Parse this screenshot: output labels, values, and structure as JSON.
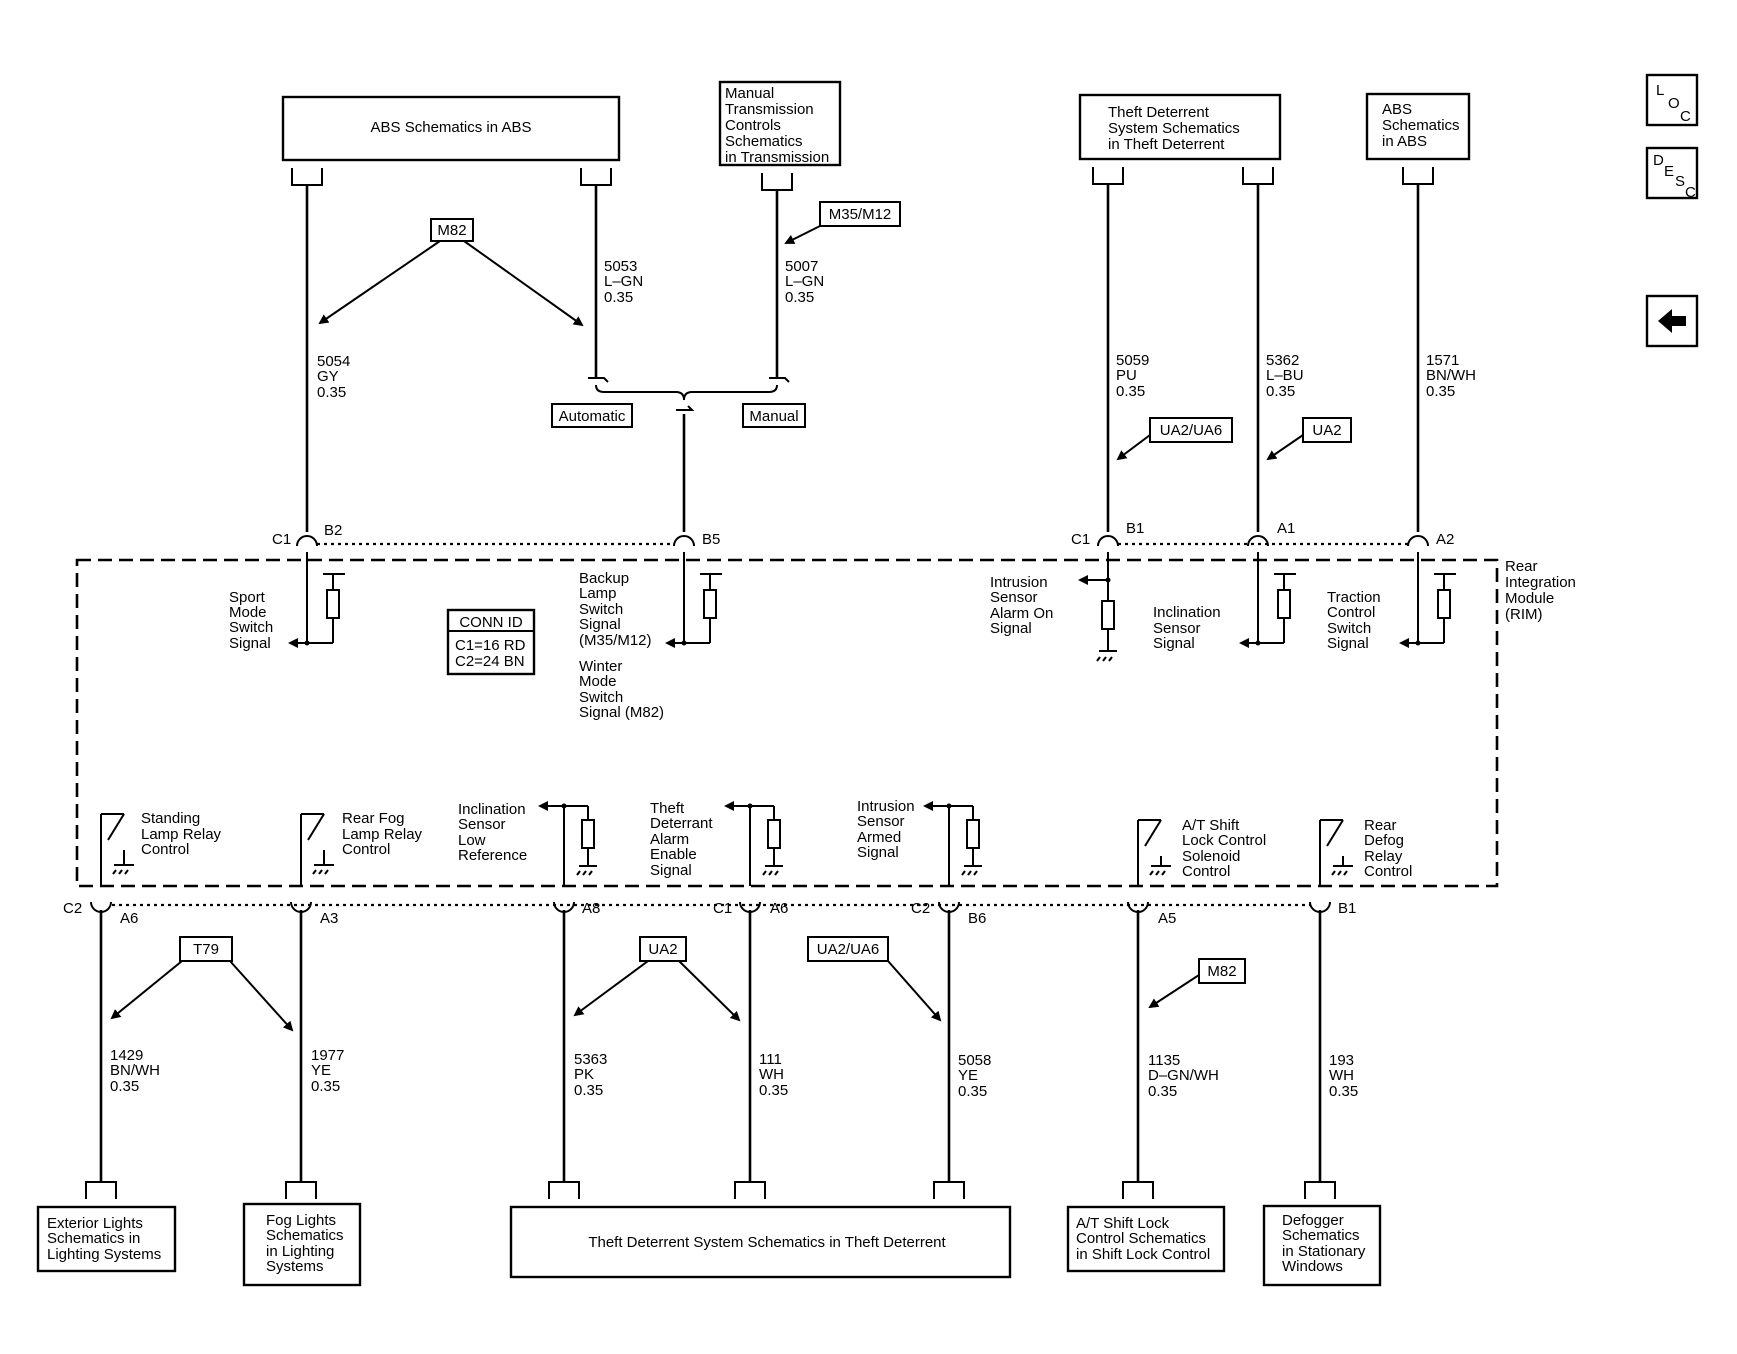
{
  "module": {
    "name": [
      "Rear",
      "Integration",
      "Module",
      "(RIM)"
    ]
  },
  "conn_id": {
    "title": "CONN ID",
    "lines": [
      "C1=16 RD",
      "C2=24 BN"
    ]
  },
  "nav": {
    "loc": [
      "L",
      "O",
      "C"
    ],
    "desc": [
      "D",
      "E",
      "S",
      "C"
    ],
    "back": "back-arrow"
  },
  "top_boxes": {
    "abs_main": "ABS Schematics in ABS",
    "manual": [
      "Manual",
      "Transmission",
      "Controls",
      "Schematics",
      "in Transmission"
    ],
    "theft": [
      "Theft Deterrent",
      "System Schematics",
      "in Theft Deterrent"
    ],
    "abs_small": [
      "ABS",
      "Schematics",
      "in ABS"
    ]
  },
  "bottom_boxes": {
    "exterior": [
      "Exterior Lights",
      "Schematics in",
      "Lighting Systems"
    ],
    "fog": [
      "Fog Lights",
      "Schematics",
      "in Lighting",
      "Systems"
    ],
    "theft": "Theft Deterrent System Schematics in Theft Deterrent",
    "shiftlock": [
      "A/T Shift Lock",
      "Control Schematics",
      "in Shift Lock Control"
    ],
    "defogger": [
      "Defogger",
      "Schematics",
      "in Stationary",
      "Windows"
    ]
  },
  "options": {
    "m82": "M82",
    "m35m12": "M35/M12",
    "ua2ua6": "UA2/UA6",
    "ua2": "UA2",
    "t79": "T79",
    "automatic": "Automatic",
    "manual": "Manual"
  },
  "top_wires": [
    {
      "circuit": "5054",
      "color": "GY",
      "size": "0.35"
    },
    {
      "circuit": "5053",
      "color": "L–GN",
      "size": "0.35"
    },
    {
      "circuit": "5007",
      "color": "L–GN",
      "size": "0.35"
    },
    {
      "circuit": "5059",
      "color": "PU",
      "size": "0.35"
    },
    {
      "circuit": "5362",
      "color": "L–BU",
      "size": "0.35"
    },
    {
      "circuit": "1571",
      "color": "BN/WH",
      "size": "0.35"
    }
  ],
  "bottom_wires": [
    {
      "circuit": "1429",
      "color": "BN/WH",
      "size": "0.35"
    },
    {
      "circuit": "1977",
      "color": "YE",
      "size": "0.35"
    },
    {
      "circuit": "5363",
      "color": "PK",
      "size": "0.35"
    },
    {
      "circuit": "111",
      "color": "WH",
      "size": "0.35"
    },
    {
      "circuit": "5058",
      "color": "YE",
      "size": "0.35"
    },
    {
      "circuit": "1135",
      "color": "D–GN/WH",
      "size": "0.35"
    },
    {
      "circuit": "193",
      "color": "WH",
      "size": "0.35"
    }
  ],
  "pins_top": {
    "c1": "C1",
    "b2": "B2",
    "b5": "B5",
    "c1b": "C1",
    "b1": "B1",
    "a1": "A1",
    "a2": "A2"
  },
  "pins_bottom": {
    "c2": "C2",
    "a6": "A6",
    "a3": "A3",
    "a8": "A8",
    "c1": "C1",
    "a6b": "A6",
    "c2b": "C2",
    "b6": "B6",
    "a5": "A5",
    "b1": "B1"
  },
  "signals_top": {
    "sport": [
      "Sport",
      "Mode",
      "Switch",
      "Signal"
    ],
    "backup": [
      "Backup",
      "Lamp",
      "Switch",
      "Signal",
      "(M35/M12)"
    ],
    "winter": [
      "Winter",
      "Mode",
      "Switch",
      "Signal (M82)"
    ],
    "intrusion_alarm": [
      "Intrusion",
      "Sensor",
      "Alarm On",
      "Signal"
    ],
    "inclination": [
      "Inclination",
      "Sensor",
      "Signal"
    ],
    "traction": [
      "Traction",
      "Control",
      "Switch",
      "Signal"
    ]
  },
  "signals_bottom": {
    "standing": [
      "Standing",
      "Lamp Relay",
      "Control"
    ],
    "rearfog": [
      "Rear Fog",
      "Lamp Relay",
      "Control"
    ],
    "incl_low": [
      "Inclination",
      "Sensor",
      "Low",
      "Reference"
    ],
    "theft_alarm": [
      "Theft",
      "Deterrant",
      "Alarm",
      "Enable",
      "Signal"
    ],
    "intrusion_armed": [
      "Intrusion",
      "Sensor",
      "Armed",
      "Signal"
    ],
    "shiftlock": [
      "A/T Shift",
      "Lock Control",
      "Solenoid",
      "Control"
    ],
    "defog": [
      "Rear",
      "Defog",
      "Relay",
      "Control"
    ]
  }
}
